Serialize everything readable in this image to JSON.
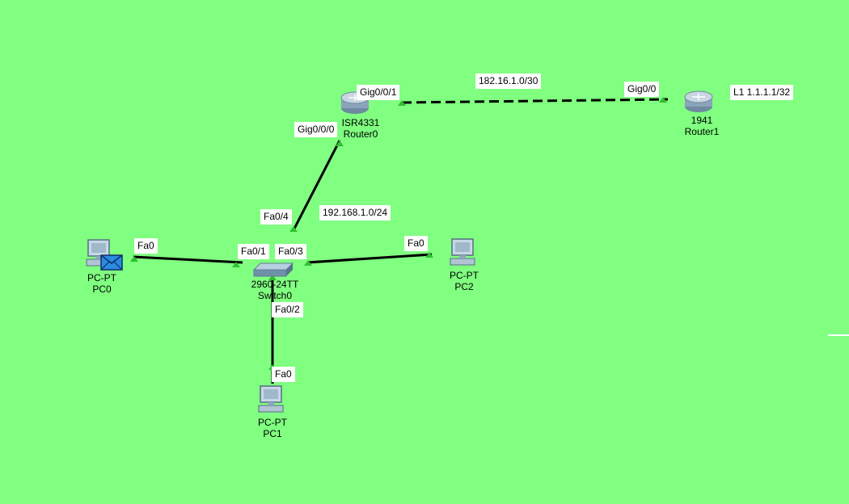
{
  "colors": {
    "background": "#80ff80",
    "link": "#000000",
    "port_indicator": "#30c030",
    "label_bg": "#ffffff"
  },
  "networks": {
    "wan": "182.16.1.0/30",
    "lan": "192.168.1.0/24",
    "loopback": "L1 1.1.1.1/32"
  },
  "devices": {
    "router0": {
      "model": "ISR4331",
      "name": "Router0",
      "icon": "router-icon"
    },
    "router1": {
      "model": "1941",
      "name": "Router1",
      "icon": "router-icon"
    },
    "switch0": {
      "model": "2960-24TT",
      "name": "Switch0",
      "icon": "switch-icon"
    },
    "pc0": {
      "model": "PC-PT",
      "name": "PC0",
      "icon": "pc-icon"
    },
    "pc1": {
      "model": "PC-PT",
      "name": "PC1",
      "icon": "pc-icon"
    },
    "pc2": {
      "model": "PC-PT",
      "name": "PC2",
      "icon": "pc-icon"
    }
  },
  "ports": {
    "router0_g001": "Gig0/0/1",
    "router0_g000": "Gig0/0/0",
    "router1_g00": "Gig0/0",
    "switch_fa04": "Fa0/4",
    "switch_fa01": "Fa0/1",
    "switch_fa03": "Fa0/3",
    "switch_fa02": "Fa0/2",
    "pc0_fa0": "Fa0",
    "pc1_fa0": "Fa0",
    "pc2_fa0": "Fa0"
  },
  "pdu": {
    "icon": "envelope-icon"
  }
}
